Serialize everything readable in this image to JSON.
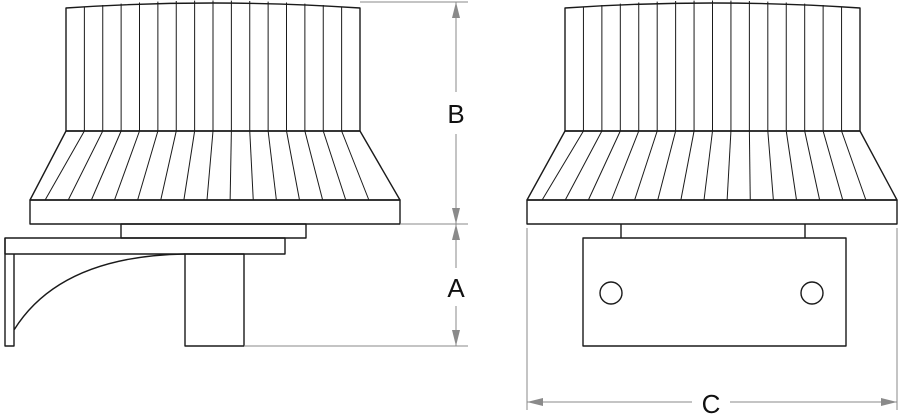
{
  "dimensions": {
    "a": "A",
    "b": "B",
    "c": "C"
  },
  "colors": {
    "outline": "#1a1a1a",
    "dimension": "#8a8a8a",
    "background": "#ffffff"
  }
}
